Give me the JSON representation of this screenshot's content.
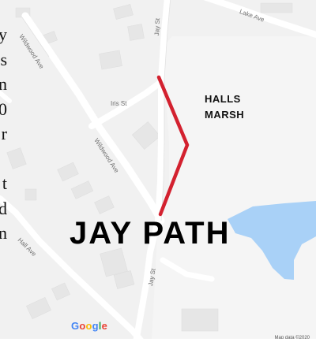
{
  "map": {
    "streets": [
      {
        "name": "Lake Ave",
        "key": "lake"
      },
      {
        "name": "Jay St",
        "key": "jay_top"
      },
      {
        "name": "Wildwood Ave",
        "key": "wildwood_top"
      },
      {
        "name": "Iris St",
        "key": "iris"
      },
      {
        "name": "Wildwood Ave",
        "key": "wildwood_mid"
      },
      {
        "name": "Hall Ave",
        "key": "hall"
      },
      {
        "name": "Jay St",
        "key": "jay_bottom"
      }
    ],
    "area_label": "HALLS\nMARSH",
    "title": "JAY PATH",
    "attribution_logo": "Google",
    "attribution_text": "Map data ©2020",
    "colors": {
      "background": "#f3f3f3",
      "road": "#ffffff",
      "building": "#e6e6e6",
      "water": "#a9d1f7",
      "park": "#f5f5f5",
      "path": "#d3212f"
    }
  },
  "side_text": {
    "lines": [
      "y",
      "s",
      "n",
      "0",
      "r",
      "",
      "t",
      "d",
      "n"
    ]
  }
}
